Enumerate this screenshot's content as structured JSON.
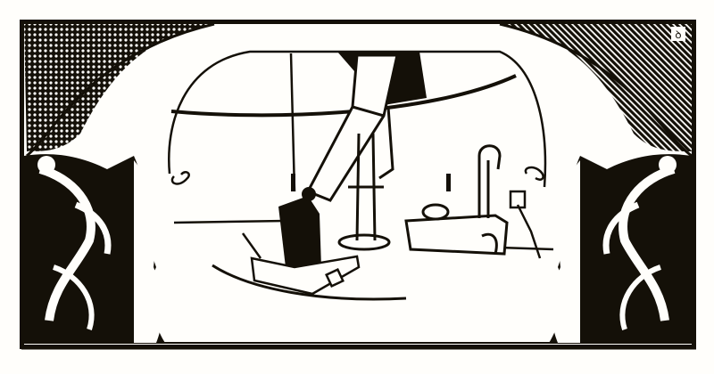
{
  "illustration": {
    "subject": "observatory interior with telescope, seated astronomer, stove and ornamental frame",
    "style": "black ink engraving",
    "colors": {
      "ink": "#141008",
      "paper": "#fffefb",
      "hatch": "#141008"
    },
    "monogram": "ꝺ",
    "elements": [
      "ornamental-frame",
      "crosshatched-corner-left",
      "crosshatched-corner-right",
      "dome",
      "dome-slit",
      "telescope-tube",
      "telescope-mount",
      "astronomer",
      "observing-platform",
      "stove",
      "stove-pipe",
      "wall-switch",
      "hanging-rope",
      "floor-track",
      "acanthus-scroll-left",
      "acanthus-scroll-right"
    ]
  }
}
